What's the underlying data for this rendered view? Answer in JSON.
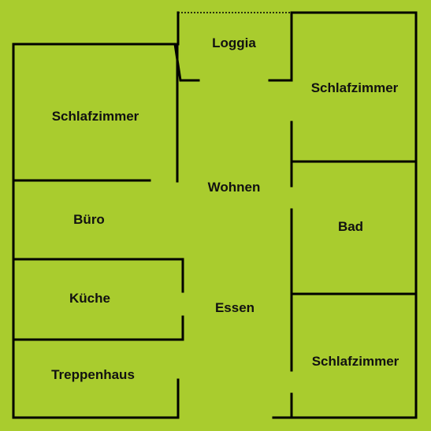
{
  "colors": {
    "background": "#a9cc2e",
    "wall": "#000000"
  },
  "rooms": [
    {
      "id": "loggia",
      "label": "Loggia"
    },
    {
      "id": "schlafzimmer-top-left",
      "label": "Schlafzimmer"
    },
    {
      "id": "schlafzimmer-top-right",
      "label": "Schlafzimmer"
    },
    {
      "id": "wohnen",
      "label": "Wohnen"
    },
    {
      "id": "buero",
      "label": "Büro"
    },
    {
      "id": "bad",
      "label": "Bad"
    },
    {
      "id": "kueche",
      "label": "Küche"
    },
    {
      "id": "essen",
      "label": "Essen"
    },
    {
      "id": "treppenhaus",
      "label": "Treppenhaus"
    },
    {
      "id": "schlafzimmer-bottom-right",
      "label": "Schlafzimmer"
    }
  ]
}
